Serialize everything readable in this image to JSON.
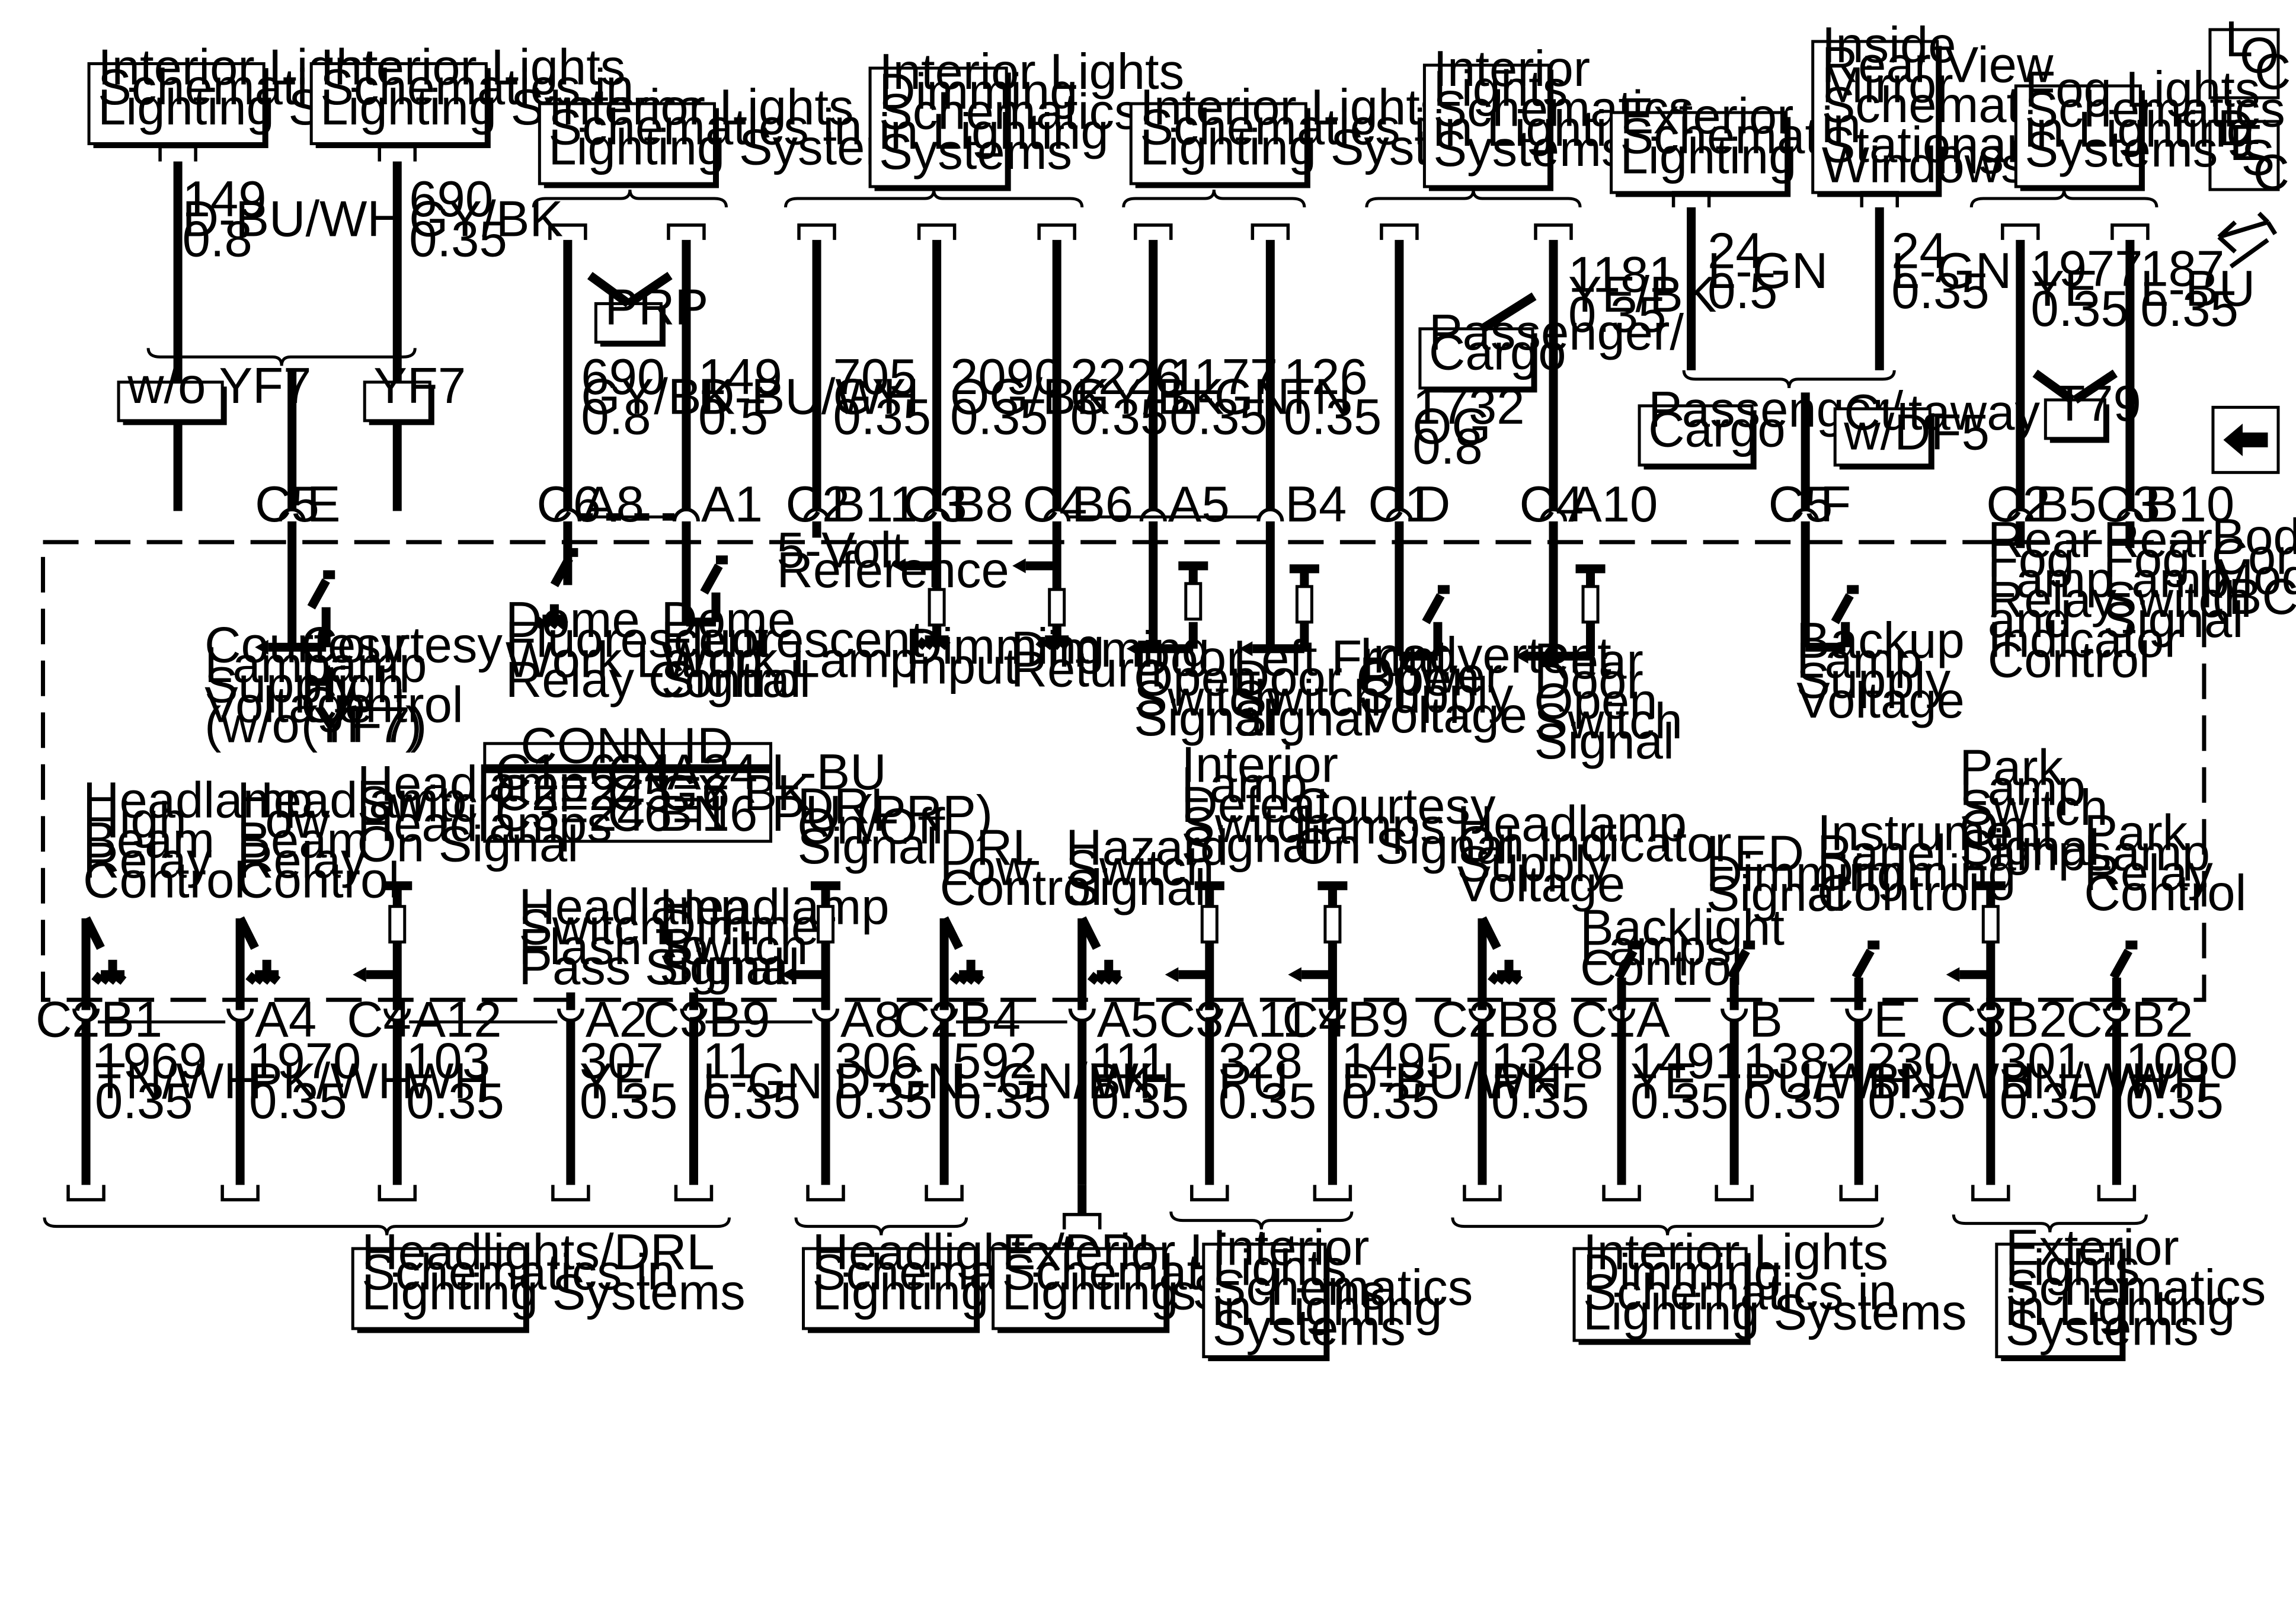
{
  "diagram": {
    "module": "Body Control Module (BCM)",
    "module_lines": [
      "Body",
      "Control",
      "Module",
      "(BCM)"
    ],
    "nav": {
      "loc": [
        "L",
        "O",
        "C"
      ],
      "desc": [
        "D",
        "E",
        "S",
        "C"
      ]
    },
    "conn_id": {
      "title": "CONN ID",
      "rows": [
        [
          "C1=6 NA",
          "C4=24 L-BU"
        ],
        [
          "C2=24 GY",
          "C5=6 BK"
        ],
        [
          "C3=24 BN",
          "C6=16 PU (PRP)"
        ]
      ]
    },
    "top_boxes": [
      [
        "Interior Lights",
        "Schematics in",
        "Lighting Systems"
      ],
      [
        "Interior Lights",
        "Schematics in",
        "Lighting Systems"
      ],
      [
        "Interior Lights",
        "Schematics in",
        "Lighting Systems"
      ],
      [
        "Interior Lights",
        "Dimming",
        "Schematics",
        "in Lighting",
        "Systems"
      ],
      [
        "Interior Lights",
        "Schematics in",
        "Lighting Systems"
      ],
      [
        "Interior",
        "Lights",
        "Schematics",
        "in Lighting",
        "Systems"
      ],
      [
        "Exterior Lights",
        "Schematics in",
        "Lighting Systems"
      ],
      [
        "Inside",
        "Rear View",
        "Mirror",
        "Schematics",
        "in",
        "Stationary",
        "Windows"
      ],
      [
        "Fog Lights",
        "Schematics",
        "in Lighting",
        "Systems"
      ]
    ],
    "bottom_boxes": [
      [
        "Headlights/DRL",
        "Schematics in",
        "Lighting Systems"
      ],
      [
        "Headlights/DRL",
        "Schematics in",
        "Lighting Systems"
      ],
      [
        "Exterior Lights",
        "Schematics in",
        "Lighting Systems"
      ],
      [
        "Interior",
        "Lights",
        "Schematics",
        "in Lighting",
        "Systems"
      ],
      [
        "Interior Lights",
        "Dimming",
        "Schematics in",
        "Lighting Systems"
      ],
      [
        "Exterior",
        "Lights",
        "Schematics",
        "in Lighting",
        "Systems"
      ]
    ],
    "option_boxes": [
      "w/o YF7",
      "YF7",
      "PRP",
      "Passenger/ Cargo",
      "Passenger/ Cargo",
      "Cutaway w/DF5",
      "T79"
    ],
    "option_lines": {
      "pc_top": [
        "Passenger/",
        "Cargo"
      ],
      "pc_mid": [
        "Passenger/",
        "Cargo"
      ],
      "cutaway": [
        "Cutaway",
        "w/DF5"
      ]
    },
    "top_wires": [
      [
        "149",
        "D-BU/WH",
        "0.8"
      ],
      [
        "690",
        "GY/BK",
        "0.35"
      ],
      [
        "690",
        "GY/BK",
        "0.8"
      ],
      [
        "149",
        "D-BU/WH",
        "0.5"
      ],
      [
        "705",
        "GY",
        "0.35"
      ],
      [
        "2090",
        "OG/BK",
        "0.35"
      ],
      [
        "2226",
        "GY/BK",
        "0.35"
      ],
      [
        "1177",
        "L-GN",
        "0.35"
      ],
      [
        "126",
        "TN",
        "0.35"
      ],
      [
        "1732",
        "OG",
        "0.8"
      ],
      [
        "1181",
        "YE/BK",
        "0.35"
      ],
      [
        "24",
        "L-GN",
        "0.5"
      ],
      [
        "24",
        "L-GN",
        "0.35"
      ],
      [
        "1977",
        "YE",
        "0.35"
      ],
      [
        "187",
        "L-BU",
        "0.35"
      ]
    ],
    "top_connectors": [
      [
        "C5",
        "E"
      ],
      [
        "C6",
        "A8"
      ],
      [
        "A1"
      ],
      [
        "C2",
        "B11"
      ],
      [
        "C3",
        "B8"
      ],
      [
        "C4",
        "B6"
      ],
      [
        "A5"
      ],
      [
        "B4"
      ],
      [
        "C1",
        "D"
      ],
      [
        "C4",
        "A10"
      ],
      [
        "C5",
        "F"
      ],
      [
        "C2",
        "B5"
      ],
      [
        "C3",
        "B10"
      ]
    ],
    "top_functions": [
      [
        "Courtesy",
        "Lamp",
        "Supply",
        "Voltage",
        "(w/o YF7)"
      ],
      [
        "Courtesy",
        "Lamp",
        "High",
        "Control",
        "(YF7)"
      ],
      [
        "Dome",
        "Fluorescent",
        "Work Lamp",
        "Relay Control"
      ],
      [
        "Dome",
        "Fluorescent",
        "Work Lamp",
        "Signal"
      ],
      [
        "5-Volt",
        "Reference"
      ],
      [
        "Dimming",
        "Input"
      ],
      [
        "Dimming",
        "Return"
      ],
      [
        "Door",
        "Open",
        "Switch",
        "Signal"
      ],
      [
        "Left Front",
        "Door Open",
        "Switch",
        "Signal"
      ],
      [
        "Inadvertent",
        "Power",
        "Supply",
        "Voltage"
      ],
      [
        "Rear",
        "Door",
        "Open",
        "Switch",
        "Signal"
      ],
      [
        "Backup",
        "Lamp",
        "Supply",
        "Voltage"
      ],
      [
        "Rear",
        "Fog",
        "Lamp",
        "Relay",
        "and",
        "Indicator",
        "Control"
      ],
      [
        "Rear",
        "Fog",
        "Lamp",
        "Switch",
        "Signal"
      ]
    ],
    "bottom_functions": [
      [
        "Headlamp",
        "High",
        "Beam",
        "Relay",
        "Control"
      ],
      [
        "Headlamp",
        "Low",
        "Beam",
        "Relay",
        "Control"
      ],
      [
        "Headlamp",
        "Switch",
        "Headlamps",
        "On Signal"
      ],
      [
        "Headlamp",
        "Switch",
        "Flash To",
        "Pass Signal"
      ],
      [
        "Headlamp",
        "Dimmer",
        "Switch",
        "Signal"
      ],
      [
        "DRL",
        "On/Off",
        "Signal"
      ],
      [
        "DRL",
        "Low",
        "Control"
      ],
      [
        "Hazard",
        "Switch",
        "Signal"
      ],
      [
        "Interior",
        "Lamp",
        "Defeat",
        "Switch",
        "Signal"
      ],
      [
        "Courtesy",
        "Lamps",
        "On Signal"
      ],
      [
        "Headlamp",
        "On Indicator",
        "Supply",
        "Voltage"
      ],
      [
        "Backlight",
        "Lamps",
        "Control"
      ],
      [
        "LED",
        "Dimming",
        "Signal"
      ],
      [
        "Instrument",
        "Panel Lamps",
        "Dimming",
        "Control"
      ],
      [
        "Park",
        "Lamp",
        "Switch",
        "On",
        "Signal"
      ],
      [
        "Park",
        "Lamp",
        "Relay",
        "Control"
      ]
    ],
    "bottom_connectors": [
      [
        "C2",
        "B1"
      ],
      [
        "A4"
      ],
      [
        "C4",
        "A12"
      ],
      [
        "A2"
      ],
      [
        "C3",
        "B9"
      ],
      [
        "A8"
      ],
      [
        "C2",
        "B4"
      ],
      [
        "A5"
      ],
      [
        "C3",
        "A11"
      ],
      [
        "C4",
        "B9"
      ],
      [
        "C2",
        "B8"
      ],
      [
        "C1",
        "A"
      ],
      [
        "B"
      ],
      [
        "E"
      ],
      [
        "C3",
        "B2"
      ],
      [
        "C2",
        "B2"
      ]
    ],
    "bottom_wires": [
      [
        "1969",
        "TN/WH",
        "0.35"
      ],
      [
        "1970",
        "PK/WH",
        "0.35"
      ],
      [
        "103",
        "WH",
        "0.35"
      ],
      [
        "307",
        "YE",
        "0.35"
      ],
      [
        "11",
        "L-GN",
        "0.35"
      ],
      [
        "306",
        "D-GN",
        "0.35"
      ],
      [
        "592",
        "L-GN/BK",
        "0.35"
      ],
      [
        "111",
        "WH",
        "0.35"
      ],
      [
        "328",
        "PU",
        "0.35"
      ],
      [
        "1495",
        "D-BU/WH",
        "0.35"
      ],
      [
        "1348",
        "PK",
        "0.35"
      ],
      [
        "1491",
        "YE",
        "0.35"
      ],
      [
        "1382",
        "PU/WH",
        "0.35"
      ],
      [
        "230",
        "BN/WH",
        "0.35"
      ],
      [
        "301",
        "BN/WH",
        "0.35"
      ],
      [
        "1080",
        "WH",
        "0.35"
      ]
    ]
  }
}
